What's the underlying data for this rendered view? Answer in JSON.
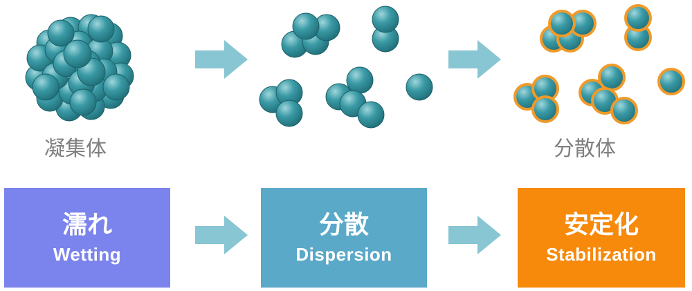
{
  "colors": {
    "particle_dark": "#1f6e78",
    "particle_mid": "#3a9aa5",
    "particle_light": "#9fd6dc",
    "particle_outline": "#1b5f68",
    "stabilizer_ring": "#f09a2a",
    "arrow": "#87c6d2",
    "caption_text": "#7f7f7f",
    "wetting_box": "#7b83ec",
    "dispersion_box": "#5aa9c8",
    "stabilization_box": "#f7890b"
  },
  "captions": {
    "agglomerate": "凝集体",
    "dispersed": "分散体"
  },
  "stages": [
    {
      "jp": "濡れ",
      "en": "Wetting"
    },
    {
      "jp": "分散",
      "en": "Dispersion"
    },
    {
      "jp": "安定化",
      "en": "Stabilization"
    }
  ],
  "icons": {
    "arrow": "right-arrow-icon",
    "agglomerate": "agglomerate-cluster-icon",
    "dispersed": "dispersed-particles-icon",
    "stabilized": "stabilized-particles-icon"
  }
}
